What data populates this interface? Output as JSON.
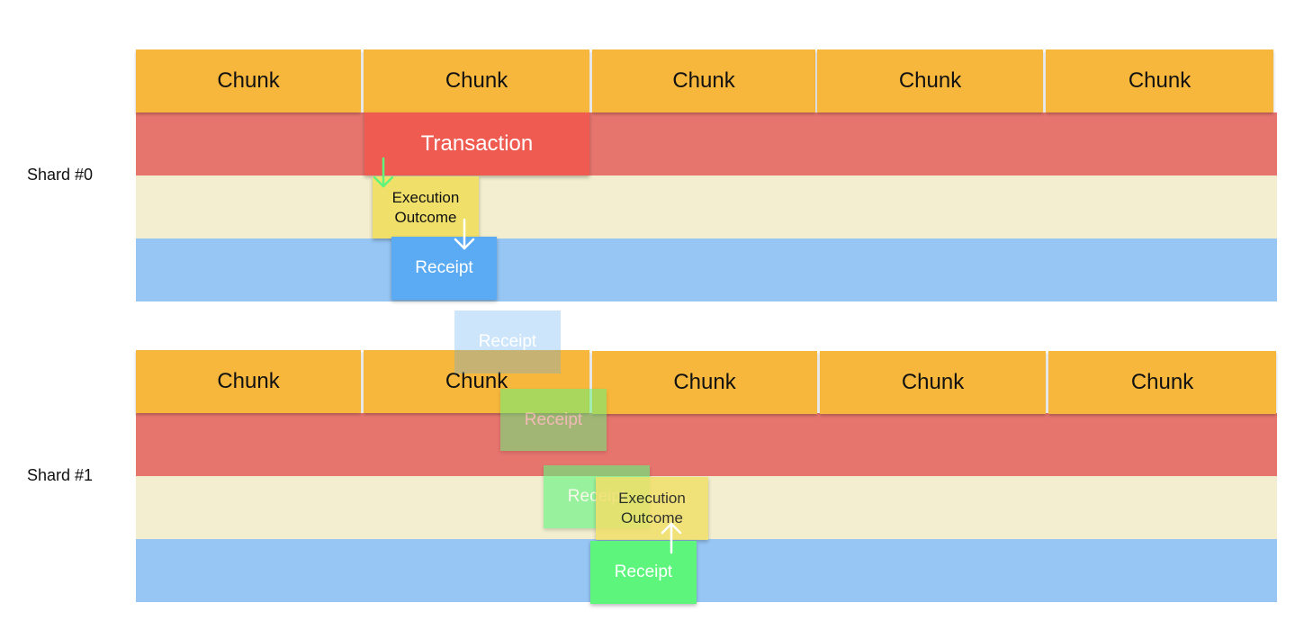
{
  "shards": [
    {
      "label": "Shard #0",
      "chunks": [
        "Chunk",
        "Chunk",
        "Chunk",
        "Chunk",
        "Chunk"
      ]
    },
    {
      "label": "Shard #1",
      "chunks": [
        "Chunk",
        "Chunk",
        "Chunk",
        "Chunk",
        "Chunk"
      ]
    }
  ],
  "boxes": {
    "transaction": "Transaction",
    "execution_outcome_0": "Execution Outcome",
    "receipt_0": "Receipt",
    "receipt_transit": "Receipt",
    "receipt_shard1_a": "Receipt",
    "receipt_shard1_b": "Receipt",
    "execution_outcome_1": "Execution Outcome",
    "receipt_shard1_final": "Receipt"
  },
  "colors": {
    "chunk": "#f6b73c",
    "transaction_lane": "#e6756e",
    "outcome_lane": "#f2eecf",
    "receipt_lane": "#97c6f4",
    "transaction": "#ef5b51",
    "execution_outcome": "#f0e06a",
    "receipt_blue": "#5aabf3",
    "receipt_green": "#5ef57c",
    "arrow_green": "#5ef57c",
    "arrow_white": "#ffffff"
  }
}
